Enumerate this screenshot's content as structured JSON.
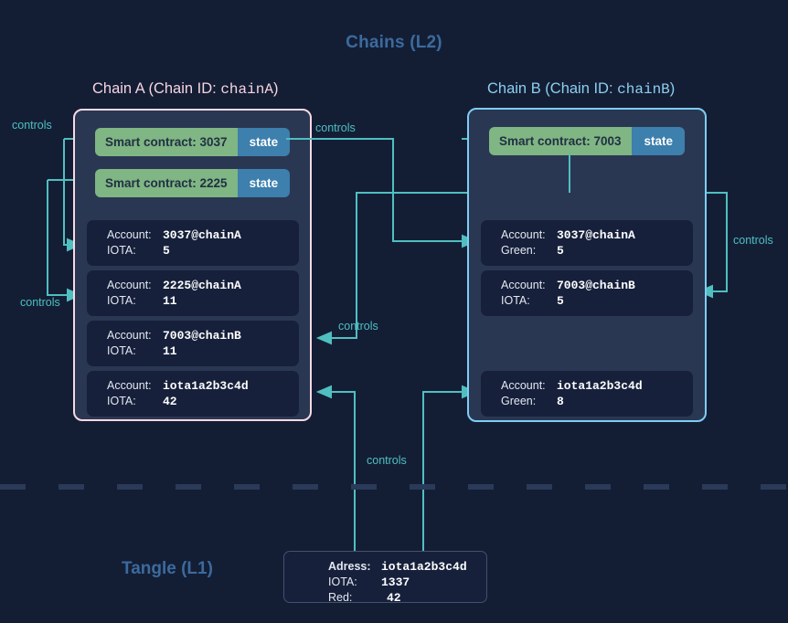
{
  "diagram": {
    "title": "Chains (L2)",
    "tangle_title": "Tangle (L1)",
    "colors": {
      "background": "#131e35",
      "panel": "#2a3752",
      "account_box": "#16203b",
      "contract_green": "#7fb684",
      "state_blue": "#3d7fad",
      "edge_teal": "#4fbfc0",
      "chain_a_border": "#f9d9e3",
      "chain_b_border": "#7ecdf2",
      "title_blue": "#3c6a9d"
    }
  },
  "chain_a": {
    "title_prefix": "Chain A (Chain ID: ",
    "title_id": "chainA",
    "title_suffix": ")",
    "contracts": [
      {
        "label": "Smart contract: 3037",
        "state_label": "state"
      },
      {
        "label": "Smart contract: 2225",
        "state_label": "state"
      }
    ],
    "accounts": [
      {
        "key1": "Account:",
        "val1": "3037@chainA",
        "key2": "IOTA:",
        "val2": "5"
      },
      {
        "key1": "Account:",
        "val1": "2225@chainA",
        "key2": "IOTA:",
        "val2": "11"
      },
      {
        "key1": "Account:",
        "val1": "7003@chainB",
        "key2": "IOTA:",
        "val2": "11"
      },
      {
        "key1": "Account:",
        "val1": "iota1a2b3c4d",
        "key2": "IOTA:",
        "val2": "42"
      }
    ]
  },
  "chain_b": {
    "title_prefix": "Chain B (Chain ID: ",
    "title_id": "chainB",
    "title_suffix": ")",
    "contracts": [
      {
        "label": "Smart contract: 7003",
        "state_label": "state"
      }
    ],
    "accounts": [
      {
        "key1": "Account:",
        "val1": "3037@chainA",
        "key2": "Green:",
        "val2": "5"
      },
      {
        "key1": "Account:",
        "val1": "7003@chainB",
        "key2": "IOTA:",
        "val2": "5"
      },
      {
        "key1": "Account:",
        "val1": "iota1a2b3c4d",
        "key2": "Green:",
        "val2": "8"
      }
    ]
  },
  "tangle": {
    "address_key": "Adress:",
    "address_val": "iota1a2b3c4d",
    "iota_key": "IOTA:",
    "iota_val": "1337",
    "red_key": "Red:",
    "red_val": "42"
  },
  "edge_labels": {
    "left_top": "controls",
    "left_bottom": "controls",
    "mid_top": "controls",
    "mid_bottom": "controls",
    "right": "controls",
    "bottom": "controls"
  }
}
